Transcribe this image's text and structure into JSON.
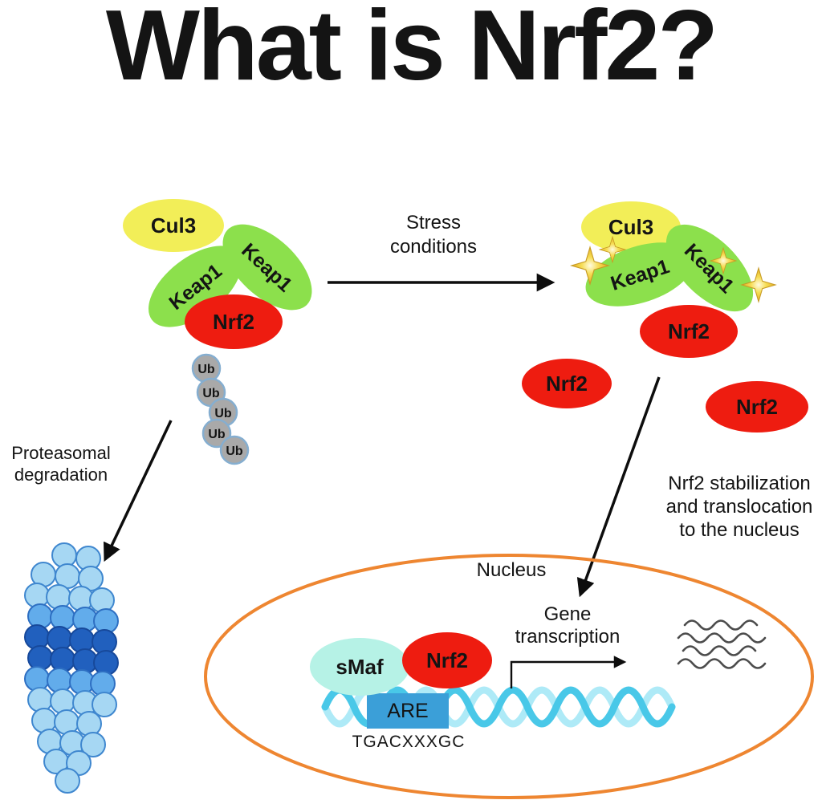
{
  "title": "What is Nrf2?",
  "basal_complex": {
    "cul3": "Cul3",
    "keap1_left": "Keap1",
    "keap1_right": "Keap1",
    "nrf2": "Nrf2",
    "ubiquitins": [
      "Ub",
      "Ub",
      "Ub",
      "Ub",
      "Ub"
    ]
  },
  "stressed_complex": {
    "cul3": "Cul3",
    "keap1_left": "Keap1",
    "keap1_right": "Keap1",
    "nrf2_bound": "Nrf2",
    "nrf2_free_a": "Nrf2",
    "nrf2_free_b": "Nrf2"
  },
  "annotations": {
    "stress": [
      "Stress",
      "conditions"
    ],
    "proteasomal": [
      "Proteasomal",
      "degradation"
    ],
    "stabilization": [
      "Nrf2 stabilization",
      "and translocation",
      "to the nucleus"
    ],
    "gene_transcription": [
      "Gene",
      "transcription"
    ]
  },
  "nucleus": {
    "label": "Nucleus",
    "smaf": "sMaf",
    "nrf2": "Nrf2",
    "are": "ARE",
    "are_sequence": "TGACXXXGC"
  },
  "colors": {
    "cul3": "#f2ee58",
    "keap1": "#8ce04c",
    "nrf2": "#ee1c10",
    "ub_fill": "#a9a9a9",
    "ub_stroke": "#85aed0",
    "nucleus_stroke": "#ee8631",
    "smaf": "#b6f2e6",
    "are": "#3b9fd8",
    "star": "#f2cb3a",
    "dna_light": "#aeeaf7",
    "dna_dark": "#49c8e8",
    "proteasome_light": "#a6d7f3",
    "proteasome_dark": "#2160be"
  }
}
